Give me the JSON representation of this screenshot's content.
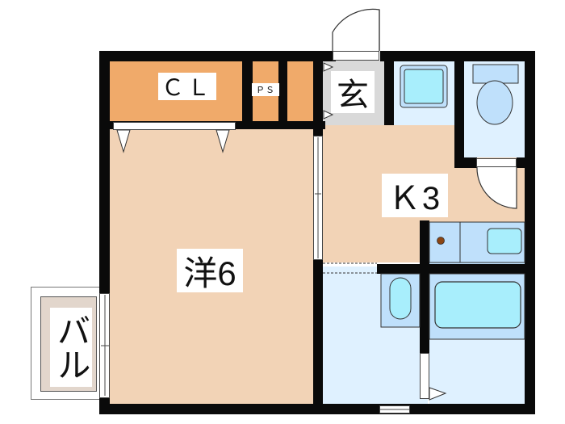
{
  "floorplan": {
    "rooms": {
      "closet": {
        "label": "ＣＬ",
        "color": "#f0aa6a"
      },
      "pipe_space": {
        "label": "ＰＳ",
        "color": "#f0aa6a"
      },
      "entrance": {
        "label": "玄",
        "color": "#d9d9d9"
      },
      "western_room": {
        "label": "洋6",
        "color": "#f2d3b6"
      },
      "kitchen": {
        "label": "Ｋ3",
        "color": "#f2d3b6"
      },
      "balcony": {
        "label": "バル",
        "color": "#e2d6cc"
      },
      "washroom": {
        "color": "#dff1ff"
      },
      "toilet": {
        "color": "#dff1ff"
      },
      "bathroom": {
        "color": "#dff1ff"
      }
    },
    "fixtures": [
      "sink",
      "toilet",
      "stove",
      "washbasin",
      "bathtub"
    ],
    "colors": {
      "wall": "#0a0a0a",
      "fixture_fill": "#a8eefc",
      "fixture_base": "#bfe0fb",
      "stove_dot": "#8b4513"
    }
  }
}
